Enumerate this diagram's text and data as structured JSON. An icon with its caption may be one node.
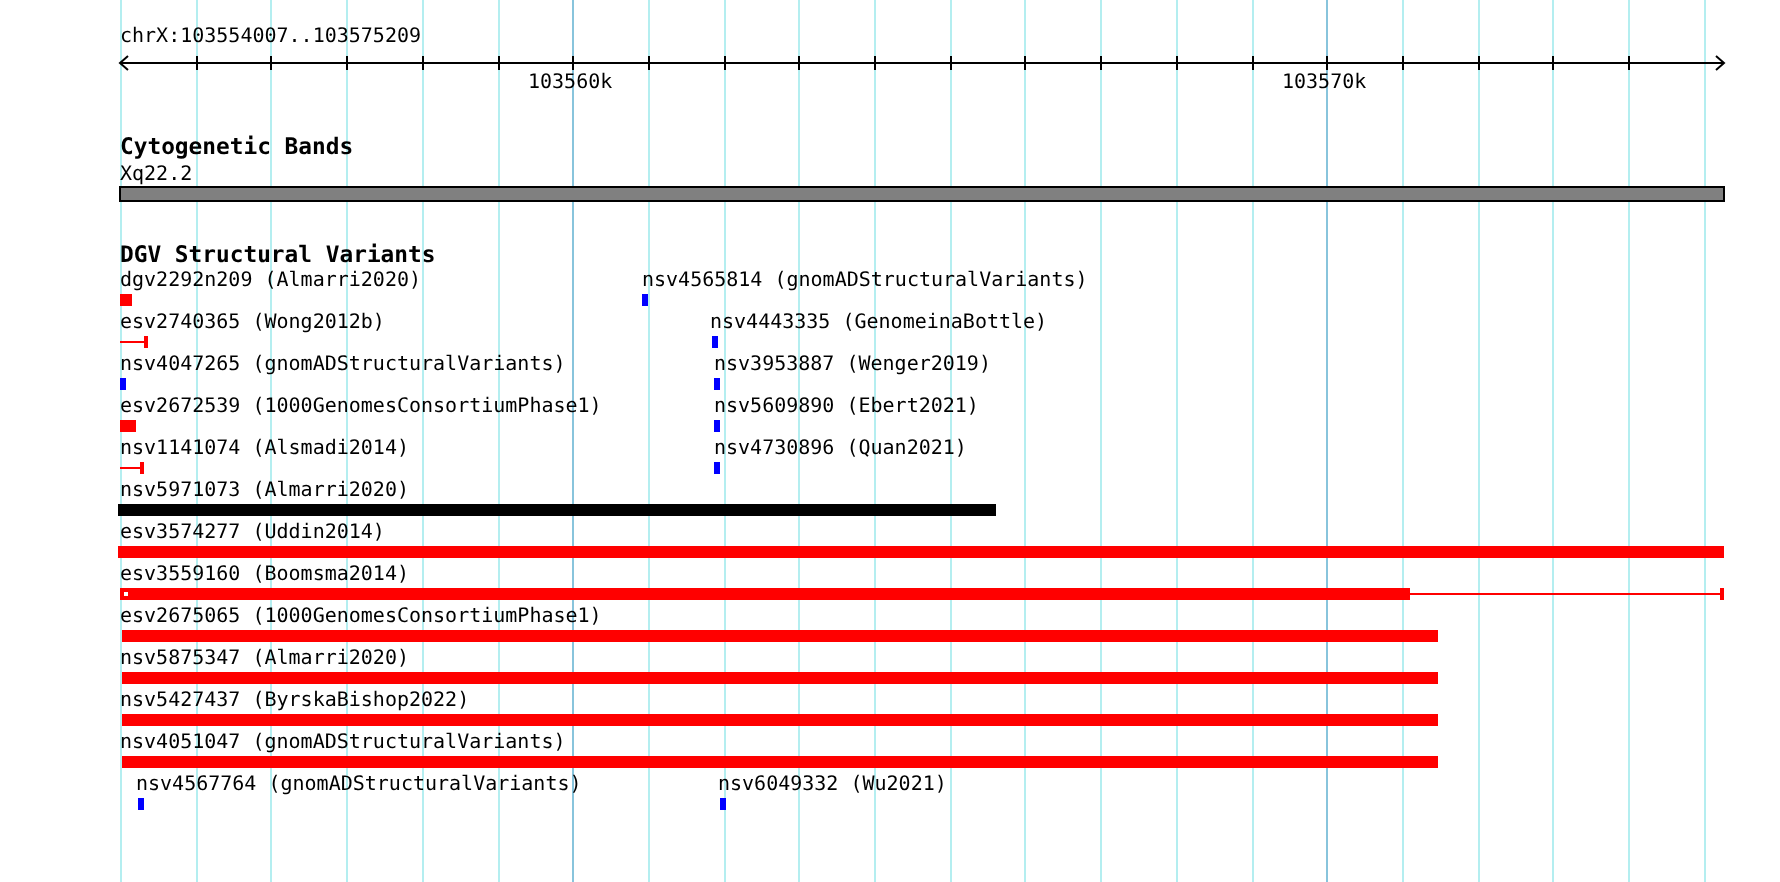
{
  "diagram": {
    "nodes": [
      {
        "text": [],
        "shape": "bar",
        "beside": [
          "Xq22.2"
        ]
      },
      {
        "text": [],
        "shape": "bar",
        "beside": [
          "dgv2292n209 (Almarri2020)"
        ]
      },
      {
        "text": [],
        "shape": "bar",
        "beside": [
          "nsv4565814 (gnomADStructuralVariants)"
        ]
      },
      {
        "text": [],
        "shape": "bar",
        "beside": [
          "esv2740365 (Wong2012b)"
        ]
      },
      {
        "text": [],
        "shape": "bar",
        "beside": [
          "nsv4443335 (GenomeinaBottle)"
        ]
      },
      {
        "text": [],
        "shape": "bar",
        "beside": [
          "nsv4047265 (gnomADStructuralVariants)"
        ]
      },
      {
        "text": [],
        "shape": "bar",
        "beside": [
          "nsv3953887 (Wenger2019)"
        ]
      },
      {
        "text": [],
        "shape": "bar",
        "beside": [
          "esv2672539 (1000GenomesConsortiumPhase1)"
        ]
      },
      {
        "text": [],
        "shape": "bar",
        "beside": [
          "nsv5609890 (Ebert2021)"
        ]
      },
      {
        "text": [],
        "shape": "bar",
        "beside": [
          "nsv1141074 (Alsmadi2014)"
        ]
      },
      {
        "text": [],
        "shape": "bar",
        "beside": [
          "nsv4730896 (Quan2021)"
        ]
      },
      {
        "text": [],
        "shape": "bar",
        "beside": [
          "nsv5971073 (Almarri2020)"
        ]
      },
      {
        "text": [],
        "shape": "bar",
        "beside": [
          "esv3574277 (Uddin2014)"
        ]
      },
      {
        "text": [],
        "shape": "bar",
        "beside": [
          "esv3559160 (Boomsma2014)"
        ]
      },
      {
        "text": [],
        "shape": "bar",
        "beside": [
          "esv2675065 (1000GenomesConsortiumPhase1)"
        ]
      },
      {
        "text": [],
        "shape": "bar",
        "beside": [
          "nsv5875347 (Almarri2020)"
        ]
      },
      {
        "text": [],
        "shape": "bar",
        "beside": [
          "nsv5427437 (ByrskaBishop2022)"
        ]
      },
      {
        "text": [],
        "shape": "bar",
        "beside": [
          "nsv4051047 (gnomADStructuralVariants)"
        ]
      },
      {
        "text": [],
        "shape": "bar",
        "beside": [
          "nsv4567764 (gnomADStructuralVariants)"
        ]
      },
      {
        "text": [],
        "shape": "bar",
        "beside": [
          "nsv6049332 (Wu2021)"
        ]
      }
    ],
    "labels": [
      "chrX:103554007..103575209",
      "103560k",
      "103570k",
      "Cytogenetic Bands",
      "DGV Structural Variants"
    ]
  }
}
